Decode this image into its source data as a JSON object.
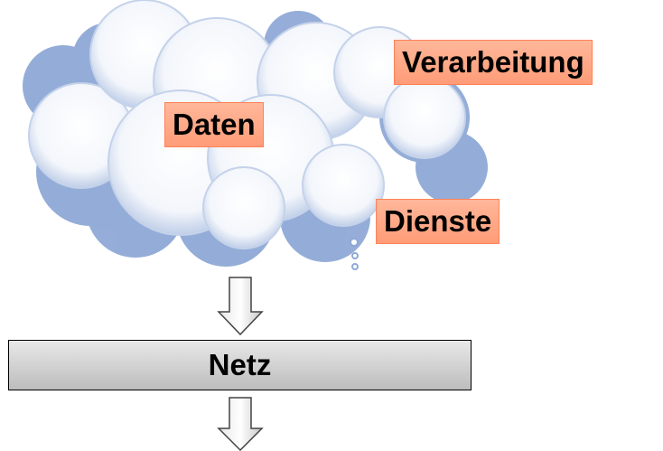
{
  "cloud": {
    "labels": {
      "verarbeitung": "Verarbeitung",
      "daten": "Daten",
      "dienste": "Dienste"
    },
    "color": "#8fa9d6"
  },
  "network": {
    "label": "Netz"
  },
  "colors": {
    "label_fill": "#ff9c78",
    "label_border": "#ff8257",
    "box_fill": "#d6d6d6"
  }
}
